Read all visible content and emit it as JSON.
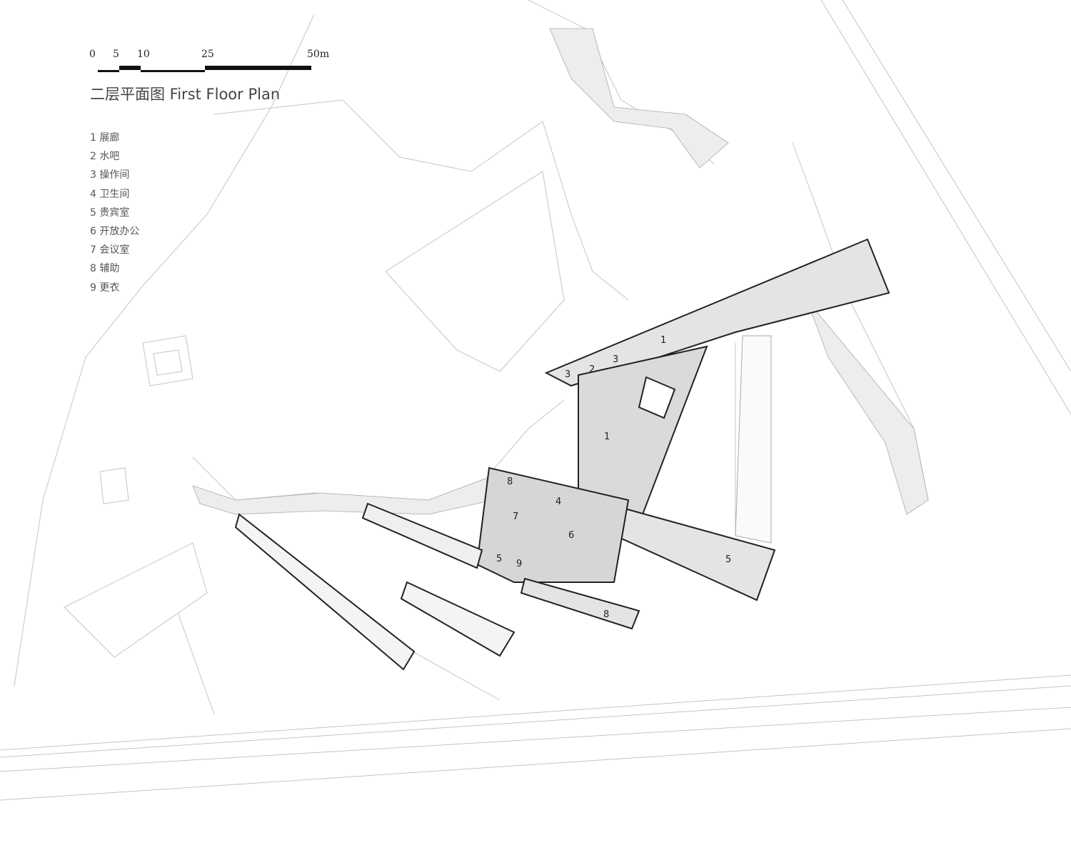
{
  "scale_bar": {
    "ticks": [
      "0",
      "5",
      "10",
      "25",
      "50m"
    ]
  },
  "title": "二层平面图 First Floor Plan",
  "legend": [
    "1 展廊",
    "2 水吧",
    "3 操作间",
    "4 卫生间",
    "5 贵宾室",
    "6 开放办公",
    "7 会议室",
    "8 辅助",
    "9 更衣"
  ],
  "rooms": [
    "1",
    "2",
    "3",
    "3",
    "1",
    "8",
    "4",
    "7",
    "6",
    "5",
    "9",
    "5",
    "8"
  ],
  "colors": {
    "line": "#bbbbbb",
    "wall": "#222222",
    "floor": "#e0e0e0"
  }
}
